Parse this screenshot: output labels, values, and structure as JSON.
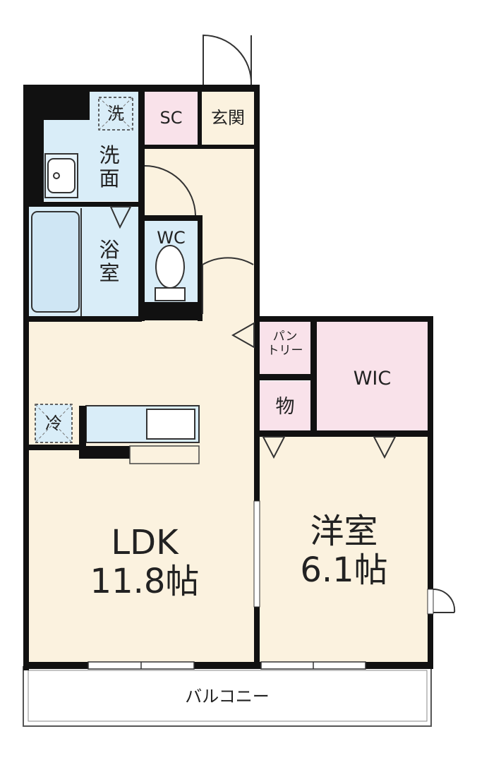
{
  "colors": {
    "wall": "#111111",
    "floor_wood": "#fbf2df",
    "wet_area": "#d9edf8",
    "storage": "#f9e2ea",
    "balcony": "#ffffff",
    "fixture_stroke": "#333333"
  },
  "rooms": {
    "ldk": {
      "name": "LDK",
      "size": "11.8帖"
    },
    "western_room": {
      "name": "洋室",
      "size": "6.1帖"
    },
    "wic": "WIC",
    "pantry": "パン\nトリー",
    "storage_closet": "物",
    "shoe_closet": "SC",
    "entrance": "玄関",
    "wc": "WC",
    "bath": "浴室",
    "washroom": "洗面",
    "washer": "洗",
    "fridge": "冷",
    "balcony": "バルコニー"
  }
}
